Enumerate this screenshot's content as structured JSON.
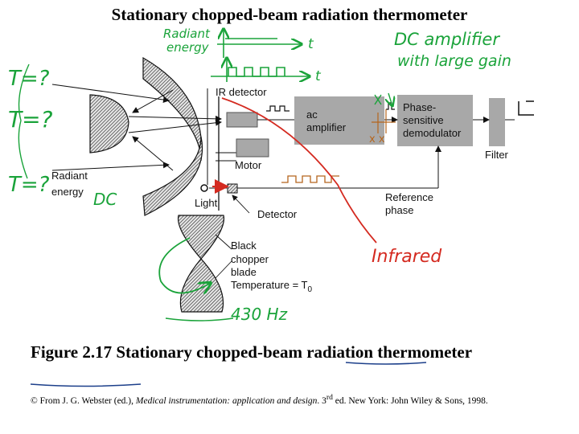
{
  "title": "Stationary chopped-beam radiation thermometer",
  "labels": {
    "ir_detector": "IR detector",
    "ac_amplifier_1": "ac",
    "ac_amplifier_2": "amplifier",
    "psd_1": "Phase-",
    "psd_2": "sensitive",
    "psd_3": "demodulator",
    "filter": "Filter",
    "motor": "Motor",
    "radiant_1": "Radiant",
    "radiant_2": "energy",
    "light": "Light",
    "detector": "Detector",
    "reference_1": "Reference",
    "reference_2": "phase",
    "chopper_1": "Black",
    "chopper_2": "chopper",
    "chopper_3": "blade",
    "temperature": "Temperature = T",
    "temperature_sub": "0"
  },
  "annotations": {
    "radiant_energy_1": "Radiant",
    "radiant_energy_2": "energy",
    "t_symbol": "t",
    "dc_amplifier_1": "DC amplifier",
    "dc_amplifier_2": "with large gain",
    "t_unknown": "T=?",
    "dc": "DC",
    "infrared": "Infrared",
    "frequency": "430 Hz",
    "x_marks": "x x"
  },
  "caption": {
    "text": "Figure 2.17 Stationary chopped-beam radiation thermometer"
  },
  "credit": {
    "prefix": "© From J. G. Webster (ed.), ",
    "book": "Medical instrumentation: application and design",
    "middle": ". 3",
    "sup": "rd",
    "suffix": " ed. New York: John Wiley & Sons, 1998."
  },
  "colors": {
    "green_ink": "#1aa33a",
    "red_ink": "#d42a20",
    "blue_ink": "#1c3f8a",
    "block_fill": "#a8a8a8"
  }
}
